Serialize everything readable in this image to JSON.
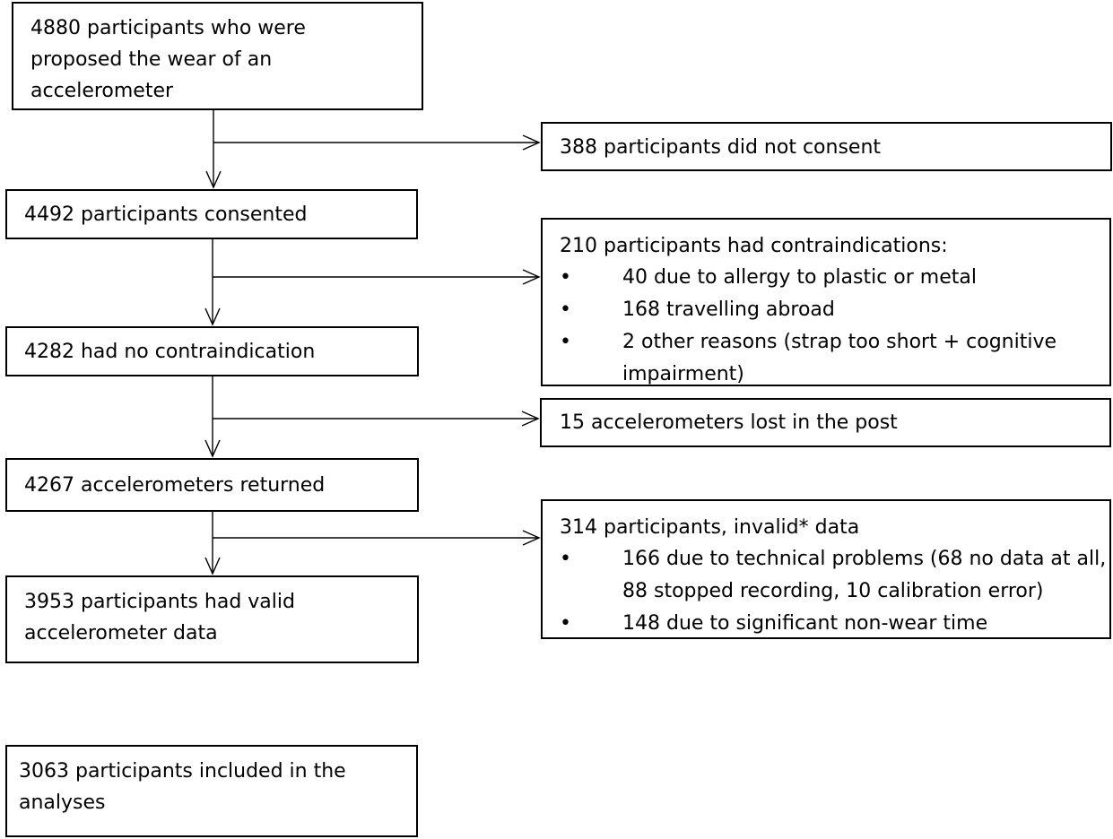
{
  "flowchart": {
    "proposed": {
      "lines": [
        "4880 participants who were",
        "proposed the wear of an",
        "accelerometer"
      ]
    },
    "did_not_consent": {
      "text": "388 participants did not consent"
    },
    "consented": {
      "text": "4492 participants consented"
    },
    "contraindications": {
      "heading": "210 participants had contraindications:",
      "bullets": [
        {
          "lines": [
            "40 due to allergy to plastic or metal"
          ]
        },
        {
          "lines": [
            "168 travelling abroad"
          ]
        },
        {
          "lines": [
            "2 other reasons (strap too short + cognitive",
            "impairment)"
          ]
        }
      ]
    },
    "no_contraindication": {
      "text": "4282 had no contraindication"
    },
    "lost_in_post": {
      "text": "15 accelerometers lost in the post"
    },
    "returned": {
      "text": "4267 accelerometers returned"
    },
    "invalid_data": {
      "heading": "314 participants, invalid* data",
      "bullets": [
        {
          "lines": [
            "166 due to technical problems (68 no data at all,",
            "88 stopped recording, 10 calibration error)"
          ]
        },
        {
          "lines": [
            "148 due to significant non-wear time"
          ]
        }
      ]
    },
    "valid_data": {
      "lines": [
        "3953 participants had valid",
        "accelerometer data"
      ]
    },
    "included": {
      "lines": [
        "3063 participants included in the",
        "analyses"
      ]
    },
    "bullet_glyph": "•"
  }
}
